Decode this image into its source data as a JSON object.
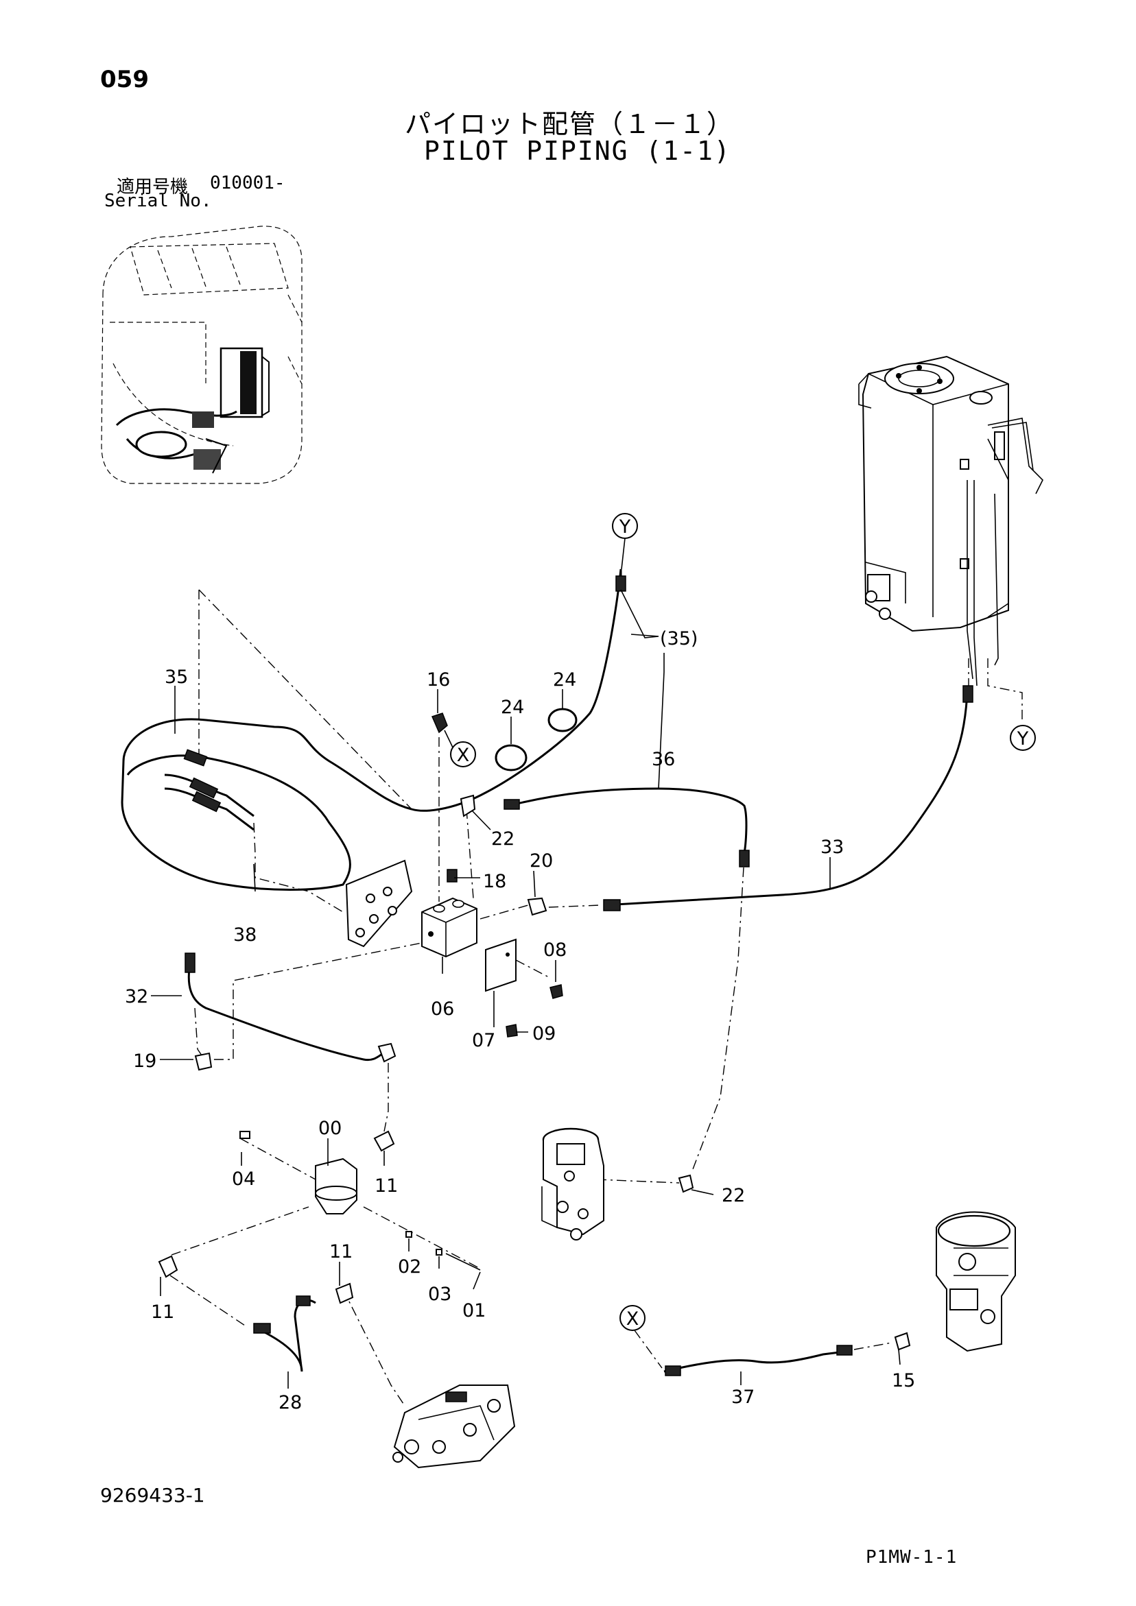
{
  "header": {
    "page_number": "059",
    "title_jp": "パイロット配管（１－１）",
    "title_en": "PILOT PIPING (1-1)",
    "serial_label_jp": "適用号機",
    "serial_value": "010001-",
    "serial_label_en": "Serial No."
  },
  "footer": {
    "document_number": "9269433-1",
    "page_code": "P1MW-1-1"
  },
  "diagram": {
    "callouts": {
      "c00": "00",
      "c01": "01",
      "c02": "02",
      "c03": "03",
      "c04": "04",
      "c06": "06",
      "c07": "07",
      "c08": "08",
      "c09": "09",
      "c11a": "11",
      "c11b": "11",
      "c11c": "11",
      "c15": "15",
      "c16": "16",
      "c18": "18",
      "c19": "19",
      "c20": "20",
      "c22a": "22",
      "c22b": "22",
      "c24a": "24",
      "c24b": "24",
      "c28": "28",
      "c32": "32",
      "c33": "33",
      "c35": "35",
      "c35ref": "(35)",
      "c36": "36",
      "c37": "37",
      "c38": "38"
    },
    "connectors": {
      "y_top": "Y",
      "y_right": "Y",
      "x_mid": "X",
      "x_bottom": "X"
    }
  }
}
